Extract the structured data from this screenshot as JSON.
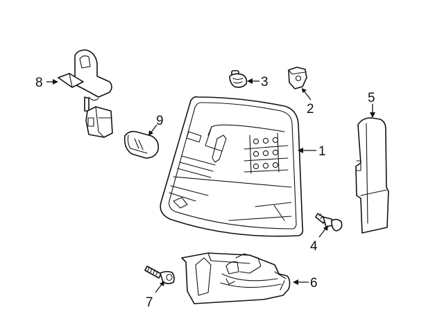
{
  "diagram": {
    "parts": [
      {
        "id": "tail-lamp-assembly",
        "number": "1"
      },
      {
        "id": "mounting-nut",
        "number": "2"
      },
      {
        "id": "grommet-clip",
        "number": "3"
      },
      {
        "id": "mounting-bolt",
        "number": "4"
      },
      {
        "id": "side-trim-panel",
        "number": "5"
      },
      {
        "id": "lamp-socket-housing",
        "number": "6"
      },
      {
        "id": "screw",
        "number": "7"
      },
      {
        "id": "socket-and-wire",
        "number": "8"
      },
      {
        "id": "bulb",
        "number": "9"
      }
    ]
  }
}
